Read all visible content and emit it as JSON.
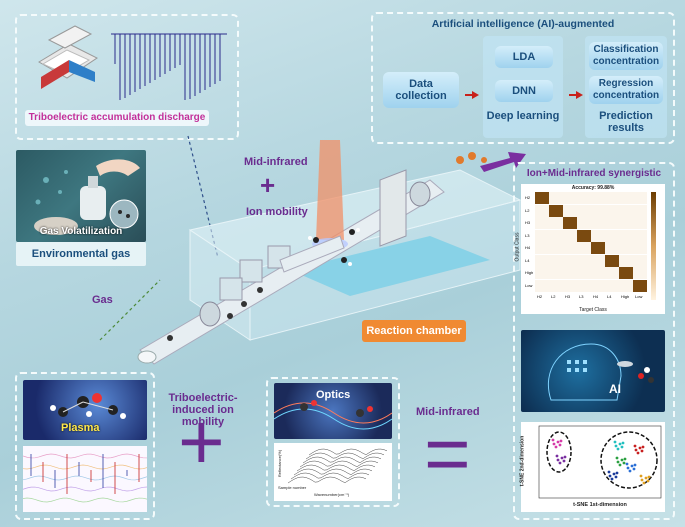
{
  "top_left_panel": {
    "label": "Triboelectric accumulation discharge"
  },
  "ai_panel": {
    "title": "Artificial intelligence (AI)-augmented",
    "data_collection": "Data collection",
    "lda": "LDA",
    "dnn": "DNN",
    "deep_learning": "Deep learning",
    "classification": "Classification concentration",
    "regression": "Regression concentration",
    "prediction": "Prediction results"
  },
  "left_panel": {
    "gas_volatilization": "Gas Volatilization",
    "environmental_gas": "Environmental gas",
    "gas": "Gas"
  },
  "center": {
    "mid_infrared": "Mid-infrared",
    "plus": "+",
    "ion_mobility": "Ion mobility",
    "reaction_chamber": "Reaction chamber"
  },
  "right_panel": {
    "title": "Ion+Mid-infrared synergistic",
    "accuracy": "Accuracy: 99.88%",
    "ylabel": "Output Class",
    "xlabel": "Target Class",
    "classes": [
      "H2",
      "L2",
      "H3",
      "L3",
      "H4",
      "L4",
      "High",
      "Low"
    ],
    "ai_label": "AI",
    "tsne_x": "t-SNE 1st-dimension",
    "tsne_y": "t-SNE 2nd-dimension"
  },
  "bottom": {
    "plasma": "Plasma",
    "triboelectric_ion": "Triboelectric-induced ion mobility",
    "plus": "+",
    "optics": "Optics",
    "mid_infrared": "Mid-infrared",
    "equals": "=",
    "spectrum_xlabel": "Wavenumber(cm⁻¹)",
    "spectrum_ylabel": "Reflectance(%)",
    "spectrum_zlabel": "Sample number"
  },
  "colors": {
    "purple": "#6a2c8f",
    "orange": "#f08a32",
    "ai_blue": "#1b4f7d",
    "arrow_red": "#c8211b"
  }
}
